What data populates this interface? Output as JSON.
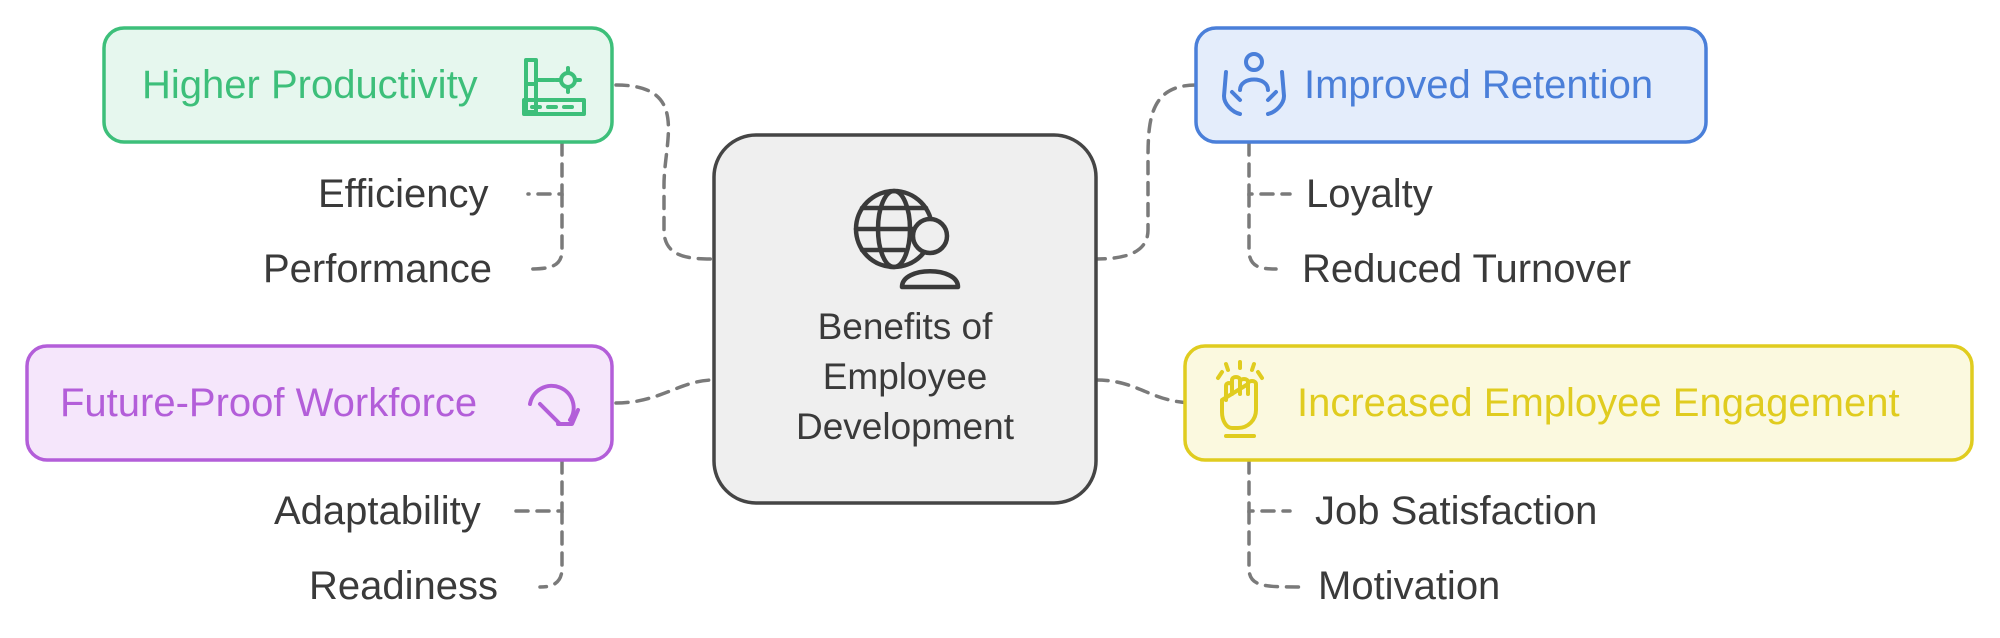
{
  "center": {
    "lines": [
      "Benefits of",
      "Employee",
      "Development"
    ],
    "icon": "globe-person-icon"
  },
  "branches": {
    "productivity": {
      "title": "Higher Productivity",
      "icon": "factory-icon",
      "color": "#3dbf7a",
      "fill": "#e6f7ee",
      "items": [
        "Efficiency",
        "Performance"
      ]
    },
    "retention": {
      "title": "Improved Retention",
      "icon": "hands-person-icon",
      "color": "#4a7fd9",
      "fill": "#e4edfb",
      "items": [
        "Loyalty",
        "Reduced Turnover"
      ]
    },
    "workforce": {
      "title": "Future-Proof Workforce",
      "icon": "rotate-arrow-icon",
      "color": "#b35ed9",
      "fill": "#f5e6fb",
      "items": [
        "Adaptability",
        "Readiness"
      ]
    },
    "engagement": {
      "title": "Increased Employee Engagement",
      "icon": "raised-fist-icon",
      "color": "#e0cc1f",
      "fill": "#fbf9df",
      "items": [
        "Job Satisfaction",
        "Motivation"
      ]
    }
  }
}
